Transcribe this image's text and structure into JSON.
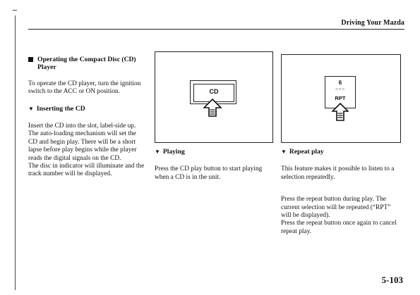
{
  "header": {
    "title": "Driving Your Mazda"
  },
  "column1": {
    "section_title": "Operating the Compact Disc (CD) Player",
    "intro": "To operate the CD player, turn the ignition switch to the ACC or ON position.",
    "subheading": "Inserting the CD",
    "para1": "Insert the CD into the slot, label-side up. The auto-loading mechanism will set the CD and begin play. There will be a short lapse before play begins while the player reads the digital signals on the CD.",
    "para2": "The disc in indicator will illuminate and the track number will be displayed."
  },
  "figure1": {
    "button_label": "CD"
  },
  "figure2": {
    "track_number": "6",
    "dots": "○○○",
    "button_label": "RPT"
  },
  "column2": {
    "subheading": "Playing",
    "body": "Press the CD play button to start playing when a CD is in the unit."
  },
  "column3": {
    "subheading": "Repeat play",
    "body1": "This feature makes it possible to listen to a selection repeatedly.",
    "body2": "Press the repeat button during play. The current selection will be repeated (“RPT” will be displayed).",
    "body3": "Press the repeat button once again to cancel repeat play."
  },
  "footer": {
    "page_number": "5-103"
  },
  "icons": {
    "section_bullet": "square-bullet-icon",
    "subheading_marker": "down-triangle-icon",
    "press_indicator": "up-arrow-icon"
  },
  "colors": {
    "ink": "#111111",
    "paper": "#ffffff"
  }
}
